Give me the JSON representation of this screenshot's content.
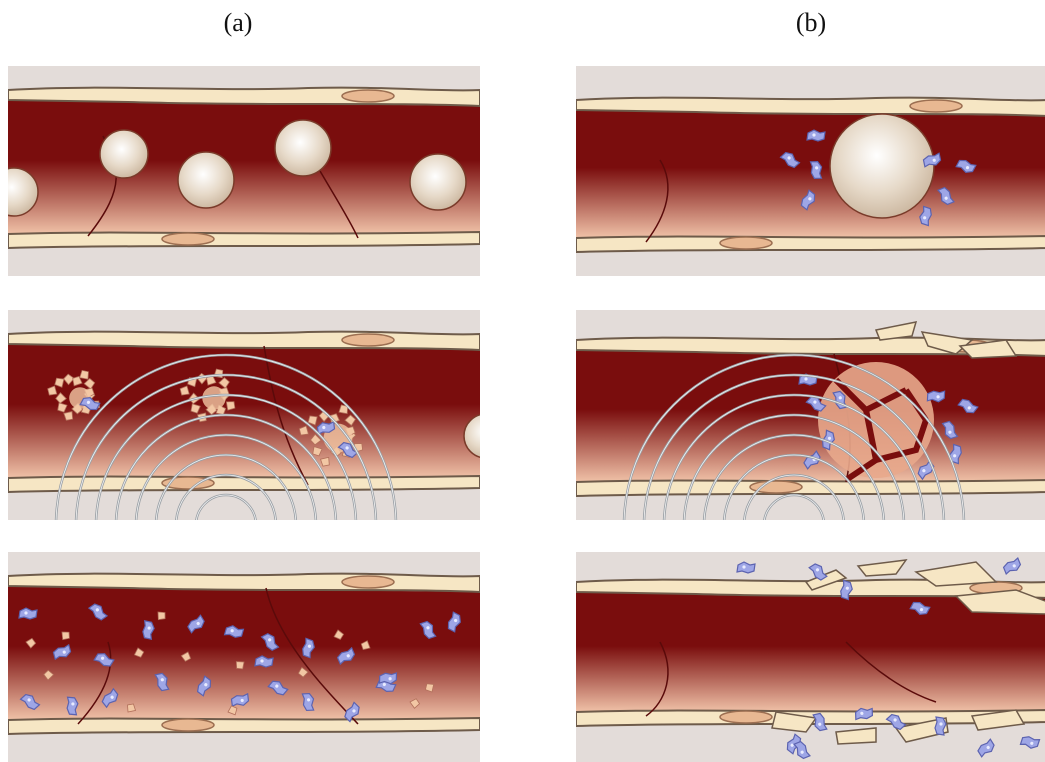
{
  "labels": {
    "a": "(a)",
    "b": "(b)"
  },
  "colors": {
    "background": "#e3dcd9",
    "vessel_dark": "#7a0d0d",
    "vessel_light": "#f0c2a8",
    "wall": "#f6e6c4",
    "wall_edge": "#6e5b4a",
    "bubble": "#e6d9c8",
    "fragment": "#f2c7a4",
    "ultrasound_wave": "#9aa0a6",
    "drug_particle": "#9ea6e6"
  },
  "panels": [
    {
      "id": "a1",
      "column": "a",
      "stage": 1
    },
    {
      "id": "a2",
      "column": "a",
      "stage": 2
    },
    {
      "id": "a3",
      "column": "a",
      "stage": 3
    },
    {
      "id": "b1",
      "column": "b",
      "stage": 1
    },
    {
      "id": "b2",
      "column": "b",
      "stage": 2
    },
    {
      "id": "b3",
      "column": "b",
      "stage": 3
    }
  ]
}
